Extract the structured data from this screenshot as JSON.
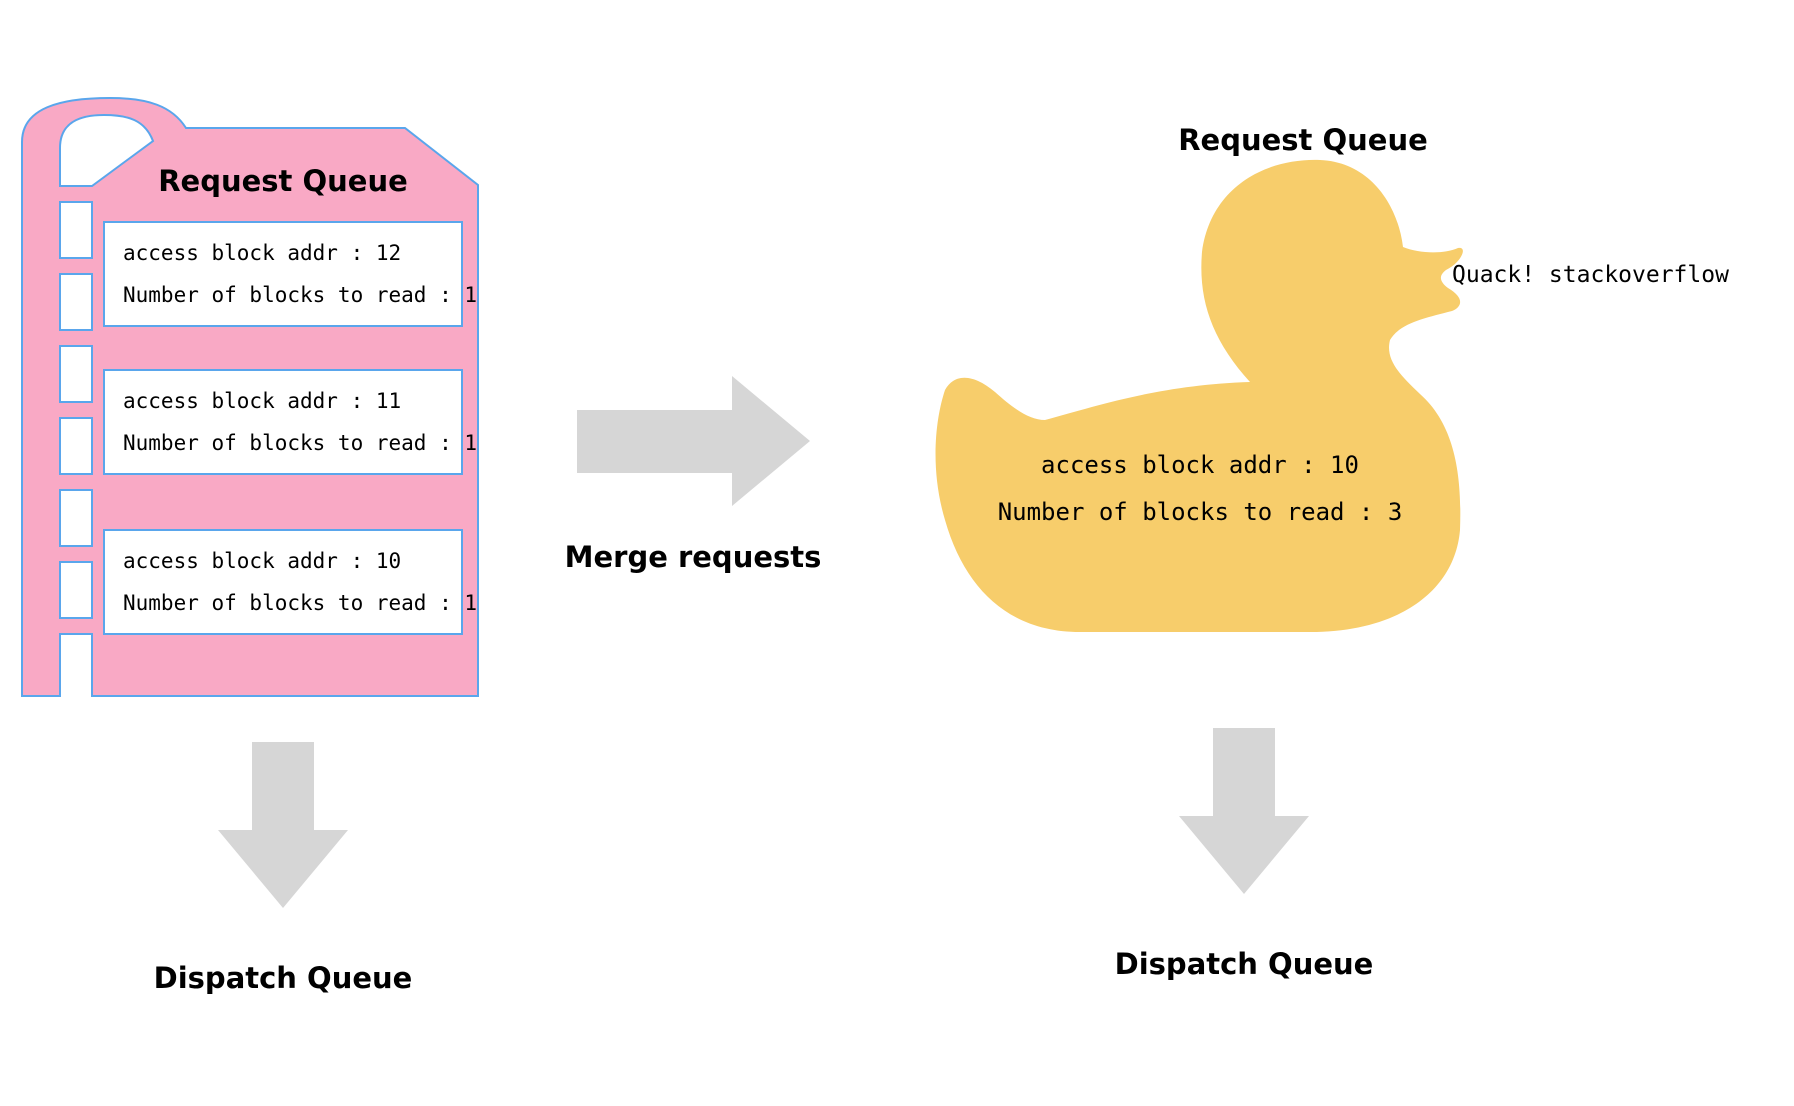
{
  "left_panel": {
    "title": "Request Queue",
    "requests": [
      {
        "addr_line": "access block addr : 12",
        "count_line": "Number of blocks to read : 1"
      },
      {
        "addr_line": "access block addr : 11",
        "count_line": "Number of blocks to read : 1"
      },
      {
        "addr_line": "access block addr : 10",
        "count_line": "Number of blocks to read : 1"
      }
    ],
    "dispatch_label": "Dispatch Queue"
  },
  "merge_label": "Merge requests",
  "right_panel": {
    "title": "Request Queue",
    "duck_caption": "Quack! stackoverflow",
    "merged_request": {
      "addr_line": "access block addr : 10",
      "count_line": "Number of blocks to read : 3"
    },
    "dispatch_label": "Dispatch Queue"
  },
  "colors": {
    "pink_card": "#F9A9C5",
    "card_border": "#5AA6EC",
    "duck_yellow": "#F7CD6B",
    "arrow_gray": "#D6D6D6"
  }
}
